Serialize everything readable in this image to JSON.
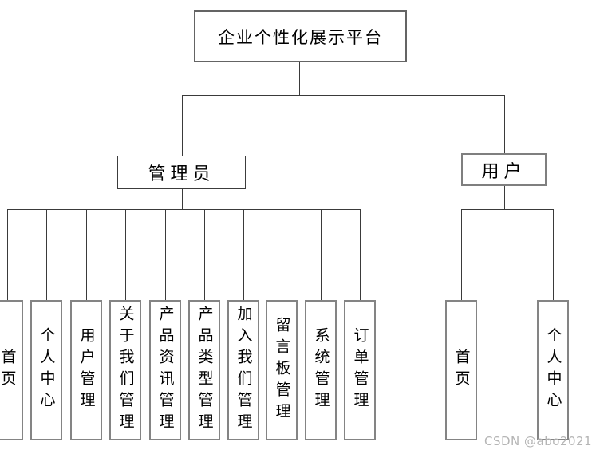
{
  "diagram": {
    "root": {
      "label": "企业个性化展示平台"
    },
    "branches": [
      {
        "label": "管理员",
        "children": [
          {
            "label": "首页"
          },
          {
            "label": "个人中心"
          },
          {
            "label": "用户管理"
          },
          {
            "label": "关于我们管理"
          },
          {
            "label": "产品资讯管理"
          },
          {
            "label": "产品类型管理"
          },
          {
            "label": "加入我们管理"
          },
          {
            "label": "留言板管理"
          },
          {
            "label": "系统管理"
          },
          {
            "label": "订单管理"
          }
        ]
      },
      {
        "label": "用户",
        "children": [
          {
            "label": "首页"
          },
          {
            "label": "个人中心"
          }
        ]
      }
    ]
  },
  "watermark": {
    "text": "CSDN @abo2021"
  },
  "colors": {
    "background": "#ffffff",
    "text": "#000000",
    "connector": "#3a3a3a",
    "leaf_border": "#848484",
    "root_border": "#646464",
    "watermark": "#b5b5b5"
  }
}
